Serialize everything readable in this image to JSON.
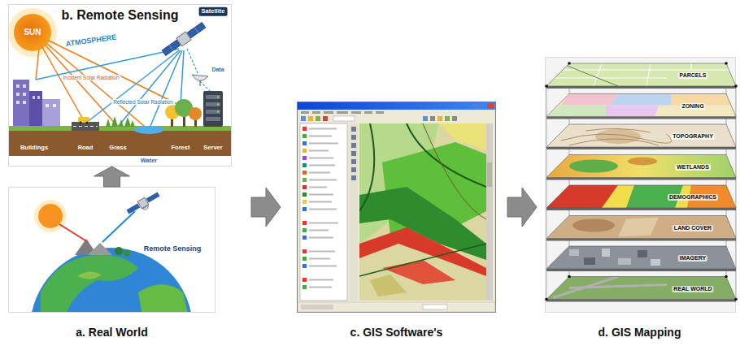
{
  "diagram": {
    "nodes": [
      {
        "text": [
          "a. Real World"
        ]
      },
      {
        "text": [
          "b. Remote Sensing"
        ]
      },
      {
        "text": [
          "c. GIS Software's"
        ]
      },
      {
        "text": [
          "d. GIS Mapping"
        ]
      }
    ],
    "edges": [
      {
        "from": 0,
        "to": 1,
        "arrow": "to"
      },
      {
        "from": 0,
        "to": 2,
        "arrow": "to"
      },
      {
        "from": 2,
        "to": 3,
        "arrow": "to"
      }
    ],
    "labels": [
      "Remote Sensing",
      "SUN",
      "ATMOSPHERE",
      "Incident Solar Radiation",
      "Reflected Solar Radiation",
      "Satellite",
      "Data",
      "Server",
      "Buildings",
      "Road",
      "Grass",
      "Water",
      "Forest",
      "PARCELS",
      "ZONING",
      "TOPOGRAPHY",
      "WETLANDS",
      "DEMOGRAPHICS",
      "LAND COVER",
      "IMAGERY",
      "REAL WORLD"
    ]
  }
}
